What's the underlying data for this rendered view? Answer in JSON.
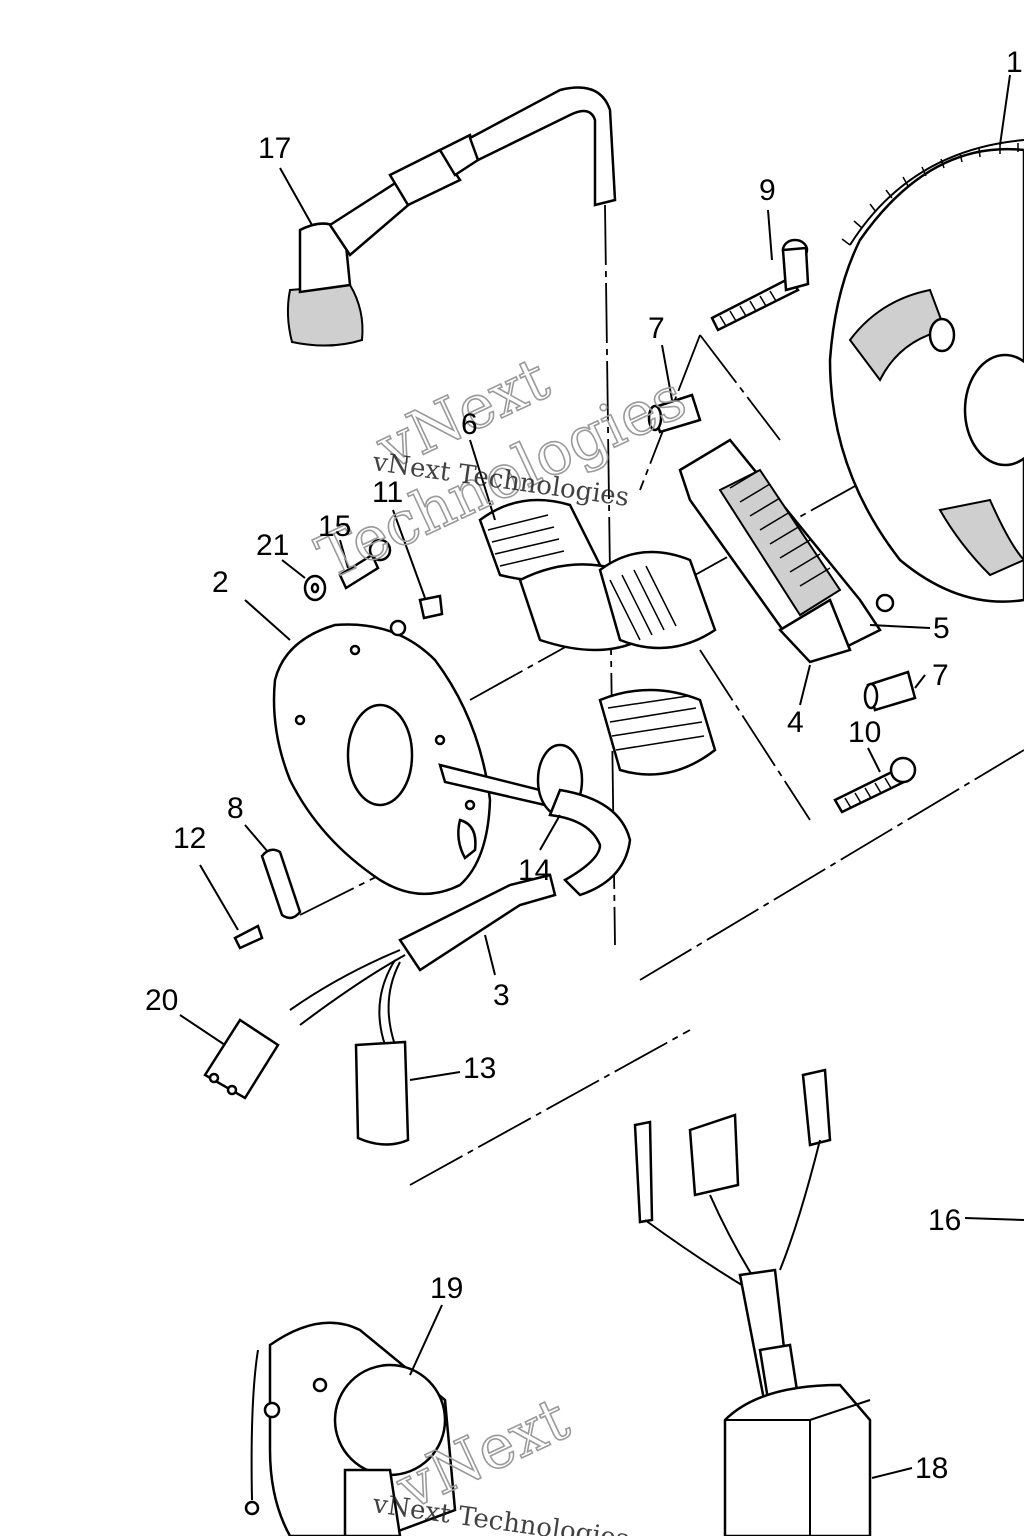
{
  "diagram": {
    "part_labels": [
      {
        "id": "p1",
        "text": "1"
      },
      {
        "id": "p2",
        "text": "2"
      },
      {
        "id": "p3",
        "text": "3"
      },
      {
        "id": "p4",
        "text": "4"
      },
      {
        "id": "p5",
        "text": "5"
      },
      {
        "id": "p6",
        "text": "6"
      },
      {
        "id": "p7a",
        "text": "7"
      },
      {
        "id": "p7b",
        "text": "7"
      },
      {
        "id": "p8",
        "text": "8"
      },
      {
        "id": "p9",
        "text": "9"
      },
      {
        "id": "p10",
        "text": "10"
      },
      {
        "id": "p11",
        "text": "11"
      },
      {
        "id": "p12",
        "text": "12"
      },
      {
        "id": "p13",
        "text": "13"
      },
      {
        "id": "p14",
        "text": "14"
      },
      {
        "id": "p15",
        "text": "15"
      },
      {
        "id": "p16",
        "text": "16"
      },
      {
        "id": "p17",
        "text": "17"
      },
      {
        "id": "p18",
        "text": "18"
      },
      {
        "id": "p19",
        "text": "19"
      },
      {
        "id": "p20",
        "text": "20"
      },
      {
        "id": "p21",
        "text": "21"
      }
    ],
    "watermark": {
      "line1": "vNext",
      "line2": "Technologies",
      "small": "vNext Technologies"
    }
  }
}
